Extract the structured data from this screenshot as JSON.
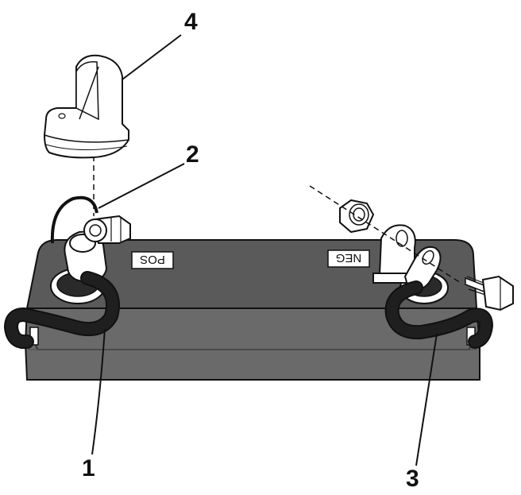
{
  "callouts": {
    "one": "1",
    "two": "2",
    "three": "3",
    "four": "4"
  },
  "terminals": {
    "positive": "POS",
    "negative": "NEG"
  },
  "colors": {
    "battery_top": "#5a5a5a",
    "battery_front": "#6a6a6a",
    "ink": "#111111",
    "paper": "#ffffff"
  }
}
